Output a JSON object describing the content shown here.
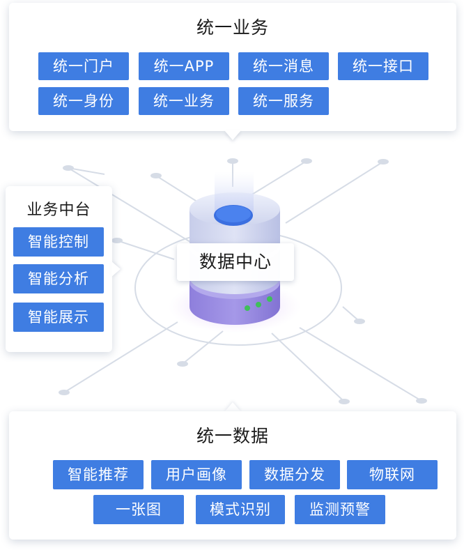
{
  "top_card": {
    "title": "统一业务",
    "items": [
      "统一门户",
      "统一APP",
      "统一消息",
      "统一接口",
      "统一身份",
      "统一业务",
      "统一服务"
    ]
  },
  "left_card": {
    "title": "业务中台",
    "items": [
      "智能控制",
      "智能分析",
      "智能展示"
    ]
  },
  "center": {
    "label": "数据中心"
  },
  "bottom_card": {
    "title": "统一数据",
    "items": [
      "智能推荐",
      "用户画像",
      "数据分发",
      "物联网",
      "一张图",
      "模式识别",
      "监测预警"
    ]
  },
  "colors": {
    "chip_blue": "#3f7de2",
    "line_gray": "#d3d9e4",
    "db_purple": "#9f8fe3",
    "db_lavender": "#d4daf2",
    "indicator_green": "#3fbf5a"
  }
}
